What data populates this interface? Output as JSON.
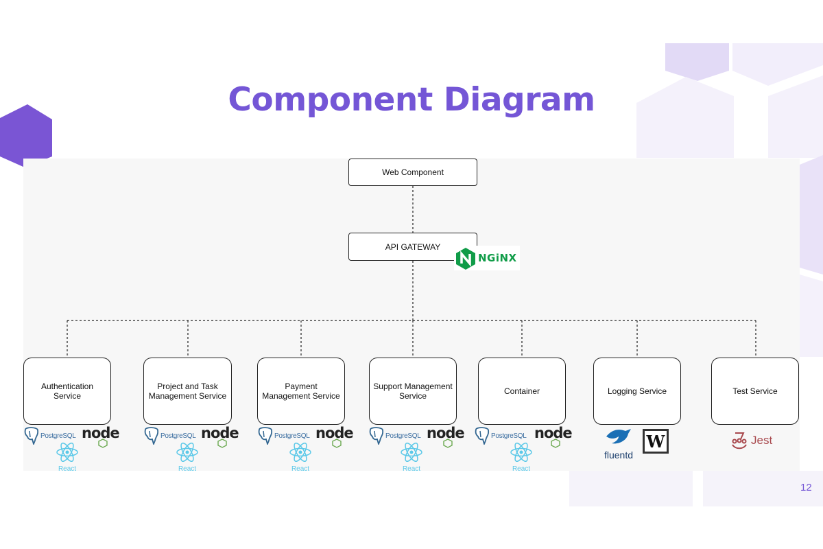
{
  "slide": {
    "title": "Component Diagram",
    "page_number": "12",
    "accent_color": "#7456d6"
  },
  "diagram": {
    "top": {
      "web_component": "Web Component",
      "api_gateway": "API GATEWAY",
      "gateway_tech": {
        "icon": "nginx-logo",
        "label": "NGiNX"
      }
    },
    "services": [
      {
        "label": "Authentication Service",
        "tech": [
          "PostgreSQL",
          "node",
          "React"
        ]
      },
      {
        "label": "Project and Task Management Service",
        "tech": [
          "PostgreSQL",
          "node",
          "React"
        ]
      },
      {
        "label": "Payment Management Service",
        "tech": [
          "PostgreSQL",
          "node",
          "React"
        ]
      },
      {
        "label": "Support Management Service",
        "tech": [
          "PostgreSQL",
          "node",
          "React"
        ]
      },
      {
        "label": "Container",
        "tech": [
          "PostgreSQL",
          "node",
          "React"
        ]
      },
      {
        "label": "Logging Service",
        "tech": [
          "fluentd",
          "W"
        ]
      },
      {
        "label": "Test Service",
        "tech": [
          "Jest"
        ]
      }
    ],
    "connector_style": "dashed",
    "colors": {
      "nginx": "#109c48",
      "postgres": "#336791",
      "react": "#5ac8e8",
      "node": "#222222",
      "node_js_badge": "#6aa84f",
      "fluentd": "#1a6fb5",
      "jest": "#a8484d"
    }
  }
}
